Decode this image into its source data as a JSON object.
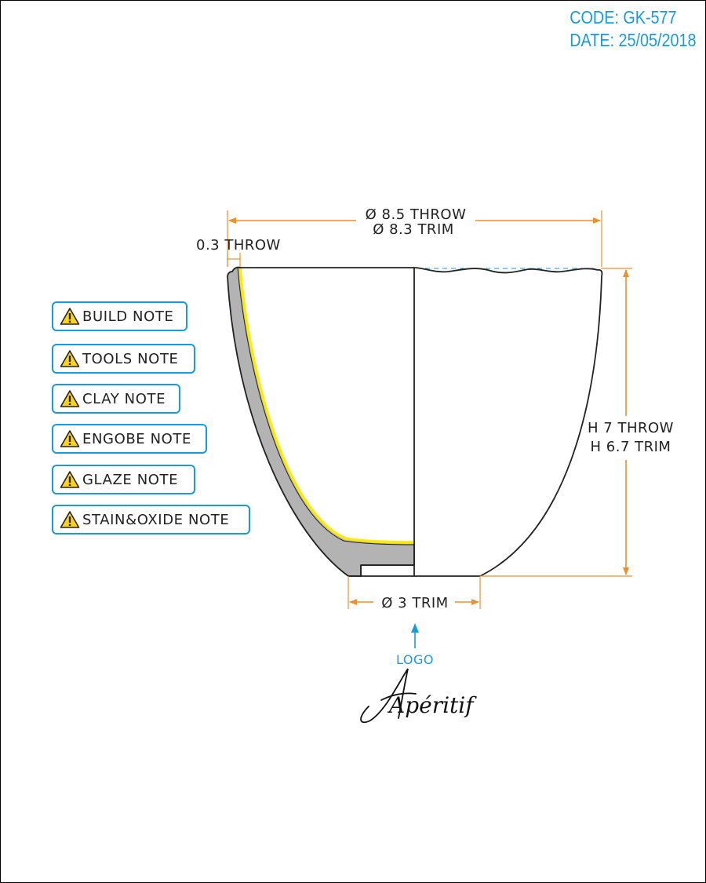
{
  "header": {
    "code": "CODE: GK-577",
    "date": "DATE: 25/05/2018"
  },
  "notes": [
    {
      "label": "BUILD NOTE",
      "icon": "warning-icon"
    },
    {
      "label": "TOOLS NOTE",
      "icon": "warning-icon"
    },
    {
      "label": "CLAY NOTE",
      "icon": "warning-icon"
    },
    {
      "label": "ENGOBE NOTE",
      "icon": "warning-icon"
    },
    {
      "label": "GLAZE NOTE",
      "icon": "warning-icon"
    },
    {
      "label": "STAIN&OXIDE NOTE",
      "icon": "warning-icon"
    }
  ],
  "dimensions": {
    "diameter_throw": "Ø 8.5 THROW",
    "diameter_trim": "Ø 8.3 TRIM",
    "wall_throw": "0.3 THROW",
    "height_throw": "H 7 THROW",
    "height_trim": "H 6.7 TRIM",
    "base_trim": "Ø 3 TRIM"
  },
  "logo": {
    "label": "LOGO",
    "text": "Apéritif"
  },
  "colors": {
    "accent": "#1a9ad6",
    "dimension": "#e8912e",
    "wall": "#b3b3b3",
    "glaze_line": "#ffea00",
    "warning": "#ffd21f"
  }
}
